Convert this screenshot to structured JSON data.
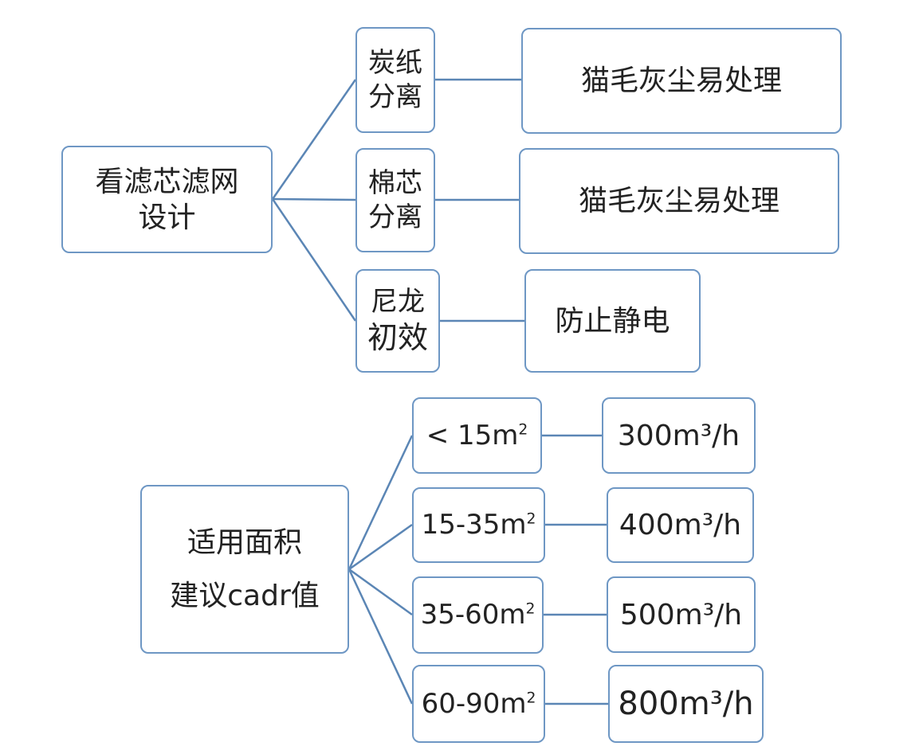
{
  "tree1": {
    "root": {
      "line1": "看滤芯滤网",
      "line2": "设计"
    },
    "children": [
      {
        "mid": {
          "line1": "炭纸",
          "line2": "分离"
        },
        "leaf": "猫毛灰尘易处理"
      },
      {
        "mid": {
          "line1": "棉芯",
          "line2": "分离"
        },
        "leaf": "猫毛灰尘易处理"
      },
      {
        "mid": {
          "line1": "尼龙",
          "line2": "初效"
        },
        "leaf": "防止静电"
      }
    ]
  },
  "tree2": {
    "root": {
      "line1": "适用面积",
      "line2": "建议cadr值"
    },
    "children": [
      {
        "area": "< 15m",
        "area_sup": "2",
        "cadr": "300m³/h"
      },
      {
        "area": "15-35m",
        "area_sup": "2",
        "cadr": "400m³/h"
      },
      {
        "area": "35-60m",
        "area_sup": "2",
        "cadr": "500m³/h"
      },
      {
        "area": "60-90m",
        "area_sup": "2",
        "cadr": "800m³/h"
      }
    ]
  },
  "colors": {
    "border": "#6e97c4",
    "connector": "#5b86b5"
  }
}
